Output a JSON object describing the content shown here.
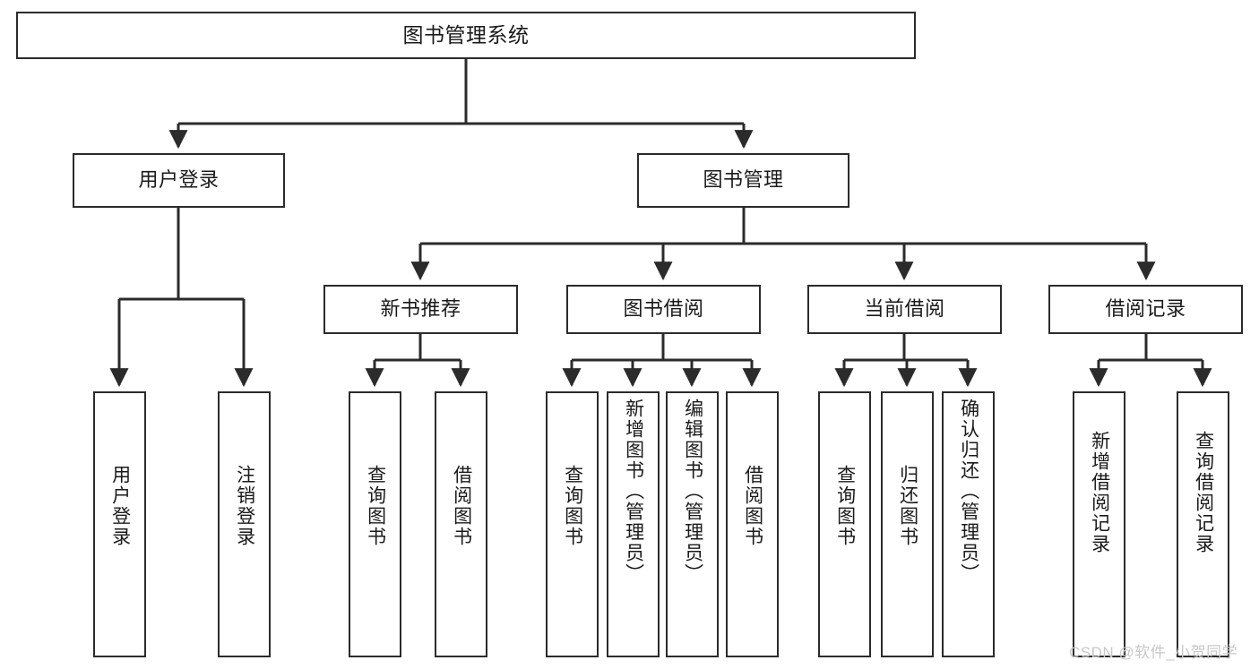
{
  "diagram": {
    "title": "图书管理系统",
    "type": "tree",
    "stroke_color": "#2b2b2b",
    "fill_color": "#ffffff",
    "text_color": "#1a1a1a"
  },
  "nodes": {
    "root": {
      "label": "图书管理系统"
    },
    "level2": [
      {
        "id": "user-login",
        "label": "用户登录"
      },
      {
        "id": "book-manage",
        "label": "图书管理"
      }
    ],
    "level3": [
      {
        "id": "new-book-rec",
        "label": "新书推荐"
      },
      {
        "id": "book-borrow",
        "label": "图书借阅"
      },
      {
        "id": "current-borrow",
        "label": "当前借阅"
      },
      {
        "id": "borrow-record",
        "label": "借阅记录"
      }
    ],
    "leaves": {
      "user_login": [
        {
          "id": "leaf-user-login",
          "label": "用户登录"
        },
        {
          "id": "leaf-logout",
          "label": "注销登录"
        }
      ],
      "new_book_rec": [
        {
          "id": "leaf-query-book-1",
          "label": "查询图书"
        },
        {
          "id": "leaf-borrow-book-1",
          "label": "借阅图书"
        }
      ],
      "book_borrow": [
        {
          "id": "leaf-query-book-2",
          "label": "查询图书"
        },
        {
          "id": "leaf-add-book",
          "label": "新增图书（管理员）"
        },
        {
          "id": "leaf-edit-book",
          "label": "编辑图书（管理员）"
        },
        {
          "id": "leaf-borrow-book-2",
          "label": "借阅图书"
        }
      ],
      "current_borrow": [
        {
          "id": "leaf-query-book-3",
          "label": "查询图书"
        },
        {
          "id": "leaf-return-book",
          "label": "归还图书"
        },
        {
          "id": "leaf-confirm-return",
          "label": "确认归还（管理员）"
        }
      ],
      "borrow_record": [
        {
          "id": "leaf-add-record",
          "label": "新增借阅记录"
        },
        {
          "id": "leaf-query-record",
          "label": "查询借阅记录"
        }
      ]
    }
  },
  "watermark": {
    "text": "CSDN @软件_小贺同学"
  },
  "chart_data": {
    "type": "table",
    "title": "图书管理系统 功能结构图",
    "tree": {
      "label": "图书管理系统",
      "children": [
        {
          "label": "用户登录",
          "children": [
            {
              "label": "用户登录"
            },
            {
              "label": "注销登录"
            }
          ]
        },
        {
          "label": "图书管理",
          "children": [
            {
              "label": "新书推荐",
              "children": [
                {
                  "label": "查询图书"
                },
                {
                  "label": "借阅图书"
                }
              ]
            },
            {
              "label": "图书借阅",
              "children": [
                {
                  "label": "查询图书"
                },
                {
                  "label": "新增图书（管理员）"
                },
                {
                  "label": "编辑图书（管理员）"
                },
                {
                  "label": "借阅图书"
                }
              ]
            },
            {
              "label": "当前借阅",
              "children": [
                {
                  "label": "查询图书"
                },
                {
                  "label": "归还图书"
                },
                {
                  "label": "确认归还（管理员）"
                }
              ]
            },
            {
              "label": "借阅记录",
              "children": [
                {
                  "label": "新增借阅记录"
                },
                {
                  "label": "查询借阅记录"
                }
              ]
            }
          ]
        }
      ]
    }
  }
}
